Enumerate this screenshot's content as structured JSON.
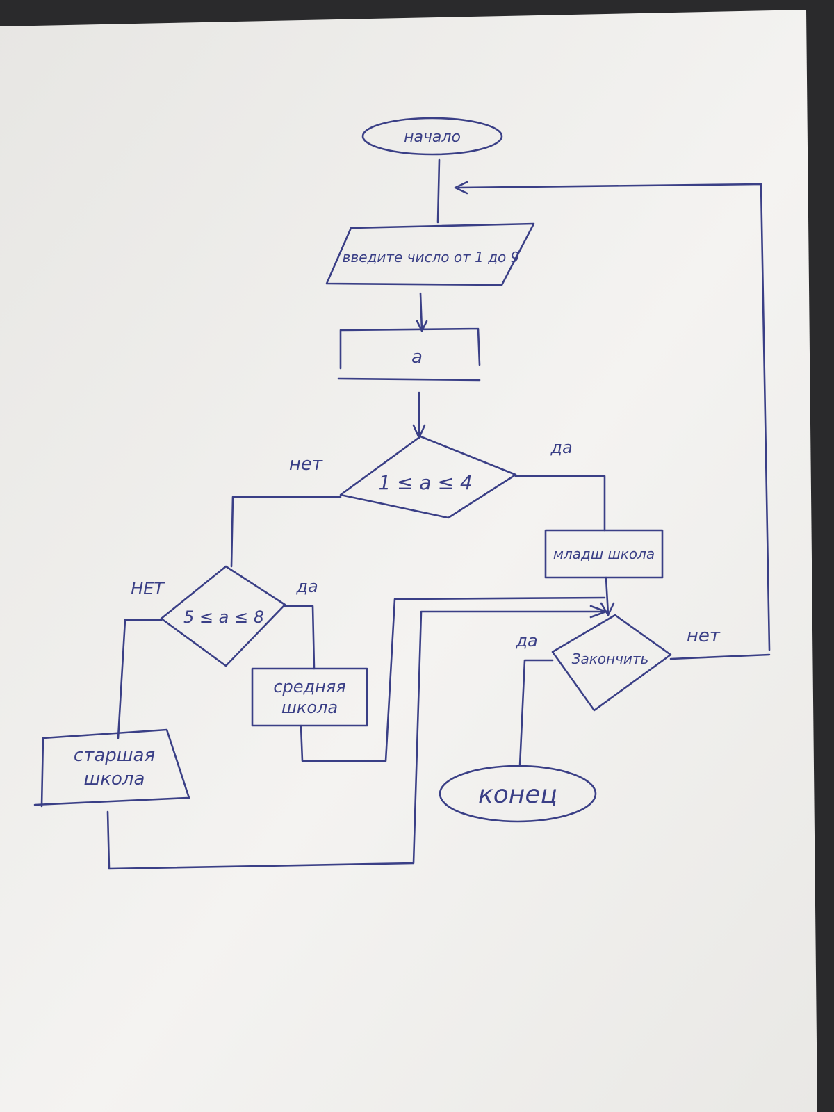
{
  "flowchart": {
    "start_label": "начало",
    "input_label": "введите число от 1 до 9",
    "variable_label": "а",
    "cond1_label": "1 ≤ а ≤ 4",
    "cond1_no": "нет",
    "cond1_yes": "да",
    "junior_label": "младш школа",
    "cond2_label": "5 ≤ а ≤ 8",
    "cond2_no": "НЕТ",
    "cond2_yes": "да",
    "middle_label": "средняя школа",
    "senior_label": "старшая школа",
    "finish_label": "Закончить",
    "finish_yes": "да",
    "finish_no": "нет",
    "end_label": "конец"
  },
  "colors": {
    "ink": "#3a3f86",
    "paper": "#f4f3f1",
    "background_dark": "#2a2a2c"
  }
}
